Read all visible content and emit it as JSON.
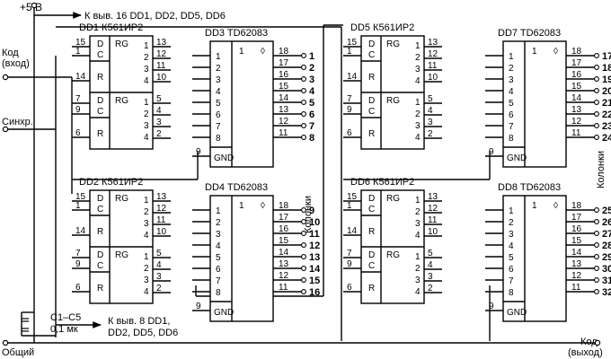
{
  "power": "+5 В",
  "power_note": "К выв. 16 DD1, DD2, DD5, DD6",
  "gnd_note_1": "К выв. 8 DD1,",
  "gnd_note_2": "DD2, DD5, DD6",
  "code_in_1": "Код",
  "code_in_2": "(вход)",
  "sync": "Синхр.",
  "common": "Общий",
  "code_out_1": "Код",
  "code_out_2": "(выход)",
  "caps_1": "C1–C5",
  "caps_2": "0,1 мк",
  "columns": "Колонки",
  "chips": {
    "dd1": "DD1 К561ИР2",
    "dd2": "DD2 К561ИР2",
    "dd5": "DD5 К561ИР2",
    "dd6": "DD6 К561ИР2",
    "dd3": "DD3 TD62083",
    "dd4": "DD4 TD62083",
    "dd7": "DD7 TD62083",
    "dd8": "DD8 TD62083"
  },
  "reg_labels": {
    "d": "D",
    "c": "C",
    "r": "R",
    "rg": "RG"
  },
  "drv_labels": {
    "one": "1",
    "gnd": "GND",
    "out_sym": "◊"
  },
  "reg_left_pins": [
    "15",
    "1",
    "14",
    "7",
    "9",
    "6"
  ],
  "reg_right_pins": [
    "13",
    "12",
    "11",
    "10",
    "5",
    "4",
    "3",
    "2"
  ],
  "reg_inner_nums": [
    "1",
    "2",
    "3",
    "4"
  ],
  "drv_input_pins": [
    "1",
    "2",
    "3",
    "4",
    "5",
    "6",
    "7",
    "8"
  ],
  "drv_output_pins": [
    "18",
    "17",
    "16",
    "15",
    "14",
    "13",
    "12",
    "11"
  ],
  "drv_gnd_pin": "9",
  "column_numbers": {
    "dd3": [
      "1",
      "2",
      "3",
      "4",
      "5",
      "6",
      "7",
      "8"
    ],
    "dd4": [
      "9",
      "10",
      "11",
      "12",
      "13",
      "14",
      "15",
      "16"
    ],
    "dd7": [
      "17",
      "18",
      "19",
      "20",
      "21",
      "22",
      "23",
      "24"
    ],
    "dd8": [
      "25",
      "26",
      "27",
      "28",
      "29",
      "30",
      "31",
      "32"
    ]
  }
}
